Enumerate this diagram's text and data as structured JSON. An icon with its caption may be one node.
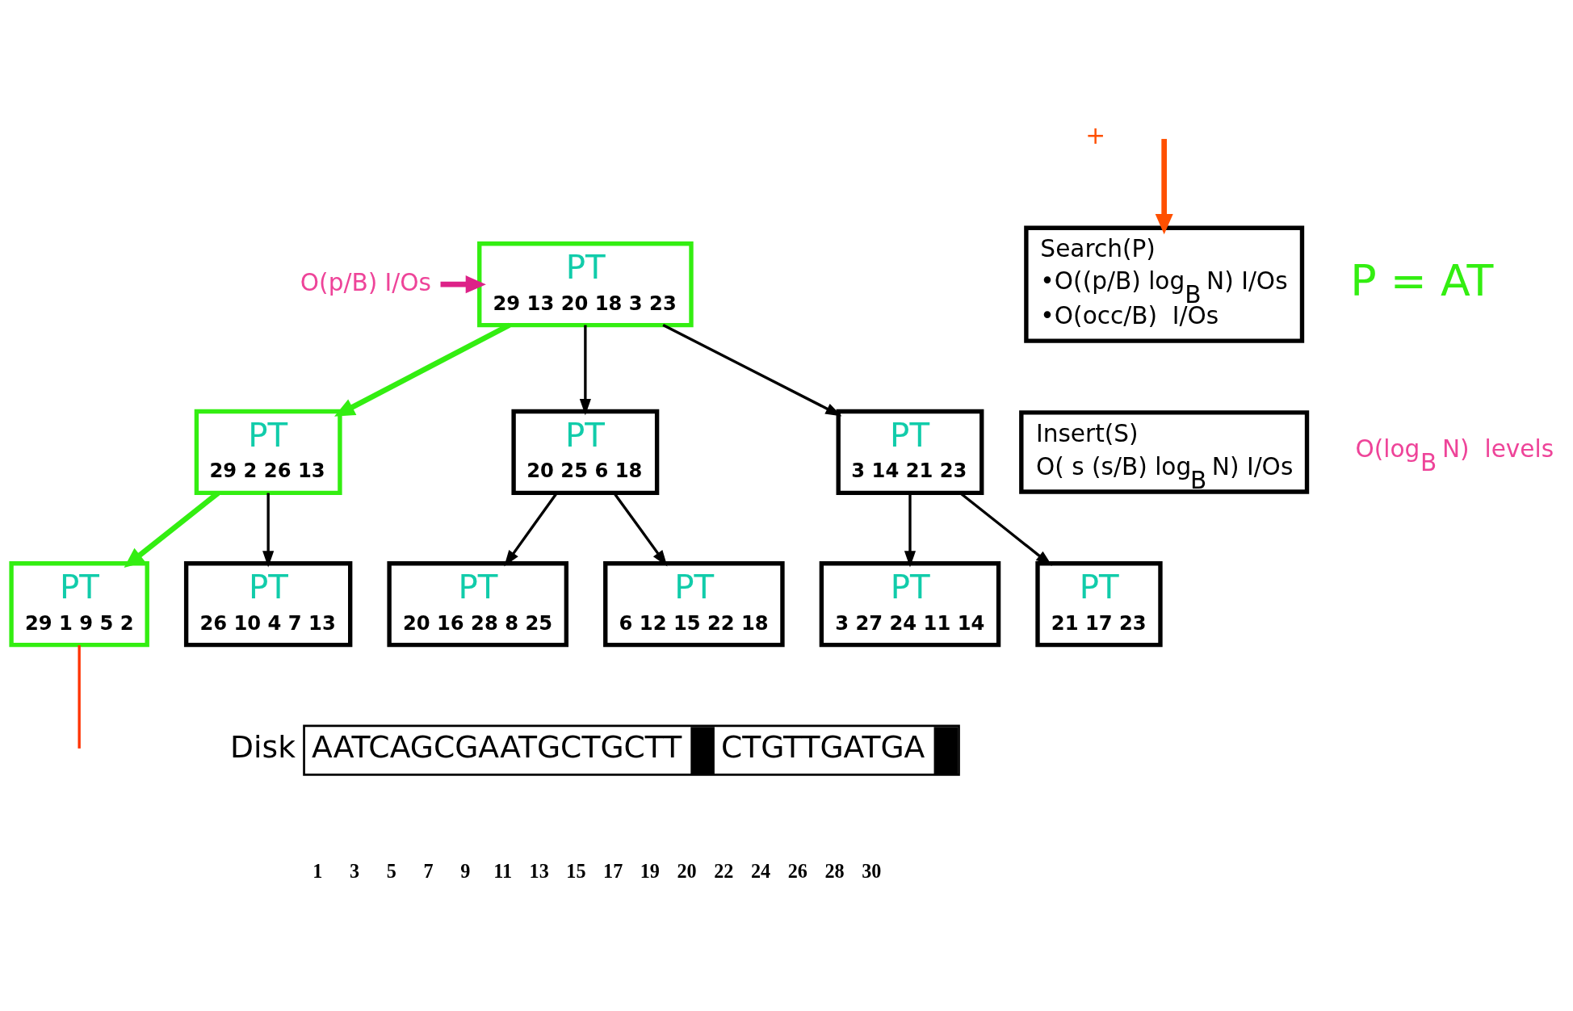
{
  "diagram": {
    "nodes": [
      {
        "text": [
          "Search(P)",
          "•O((p/B) log$_{B}$ N) I/Os",
          "•O(occ/B)  I/Os"
        ]
      },
      {
        "text": [
          "Insert(S)",
          "O( s (s/B) log$_{B}$ N) I/Os"
        ]
      },
      {
        "text": [
          "PT",
          "29 13 20 18 3 23"
        ]
      },
      {
        "text": [
          "O(p/B) I/Os"
        ]
      },
      {
        "text": [
          "PT",
          "29 2 26 13"
        ]
      },
      {
        "text": [
          "PT",
          "20 25 6 18"
        ]
      },
      {
        "text": [
          "PT",
          "3 14 21 23"
        ]
      },
      {
        "text": [
          "PT",
          "29 1 9 5 2"
        ]
      },
      {
        "text": [
          "PT",
          "26 10 4 7 13"
        ]
      },
      {
        "text": [
          "PT",
          "20 16 28 8 25"
        ]
      },
      {
        "text": [
          "PT",
          "6 12 15 22 18"
        ]
      },
      {
        "text": [
          "PT",
          "3 27 24 11 14"
        ]
      },
      {
        "text": [
          "PT",
          "21 17 23"
        ]
      },
      {
        "text": [
          "AATCAGCGAATGCTGCTT",
          "CTGTTGATGA"
        ],
        "beside": [
          "Disk"
        ]
      }
    ],
    "edges": [
      {
        "from": 2,
        "to": 4,
        "arrow": "to",
        "style": "thick",
        "color": "#33ee11"
      },
      {
        "from": 2,
        "to": 5,
        "arrow": "to"
      },
      {
        "from": 2,
        "to": 6,
        "arrow": "to"
      },
      {
        "from": 4,
        "to": 7,
        "arrow": "to",
        "style": "thick",
        "color": "#33ee11"
      },
      {
        "from": 4,
        "to": 8,
        "arrow": "to"
      },
      {
        "from": 5,
        "to": 9,
        "arrow": "to"
      },
      {
        "from": 5,
        "to": 10,
        "arrow": "to"
      },
      {
        "from": 6,
        "to": 11,
        "arrow": "to"
      },
      {
        "from": 6,
        "to": 12,
        "arrow": "to"
      },
      {
        "from": 3,
        "to": 2,
        "arrow": "to",
        "style": "thick",
        "color": "#dd2288"
      },
      {
        "from": null,
        "to": 0,
        "arrow": "to",
        "style": "thick",
        "color": "#ff5000"
      },
      {
        "from": null,
        "to": 7,
        "arrow": "none",
        "color": "#ff3300"
      }
    ],
    "labels": [
      "+",
      "P = AT",
      "O(log$_{B}$ N)  levels",
      "1",
      "3",
      "5",
      "7",
      "9",
      "11",
      "13",
      "15",
      "17",
      "19",
      "20",
      "22",
      "24",
      "26",
      "28",
      "30"
    ]
  }
}
